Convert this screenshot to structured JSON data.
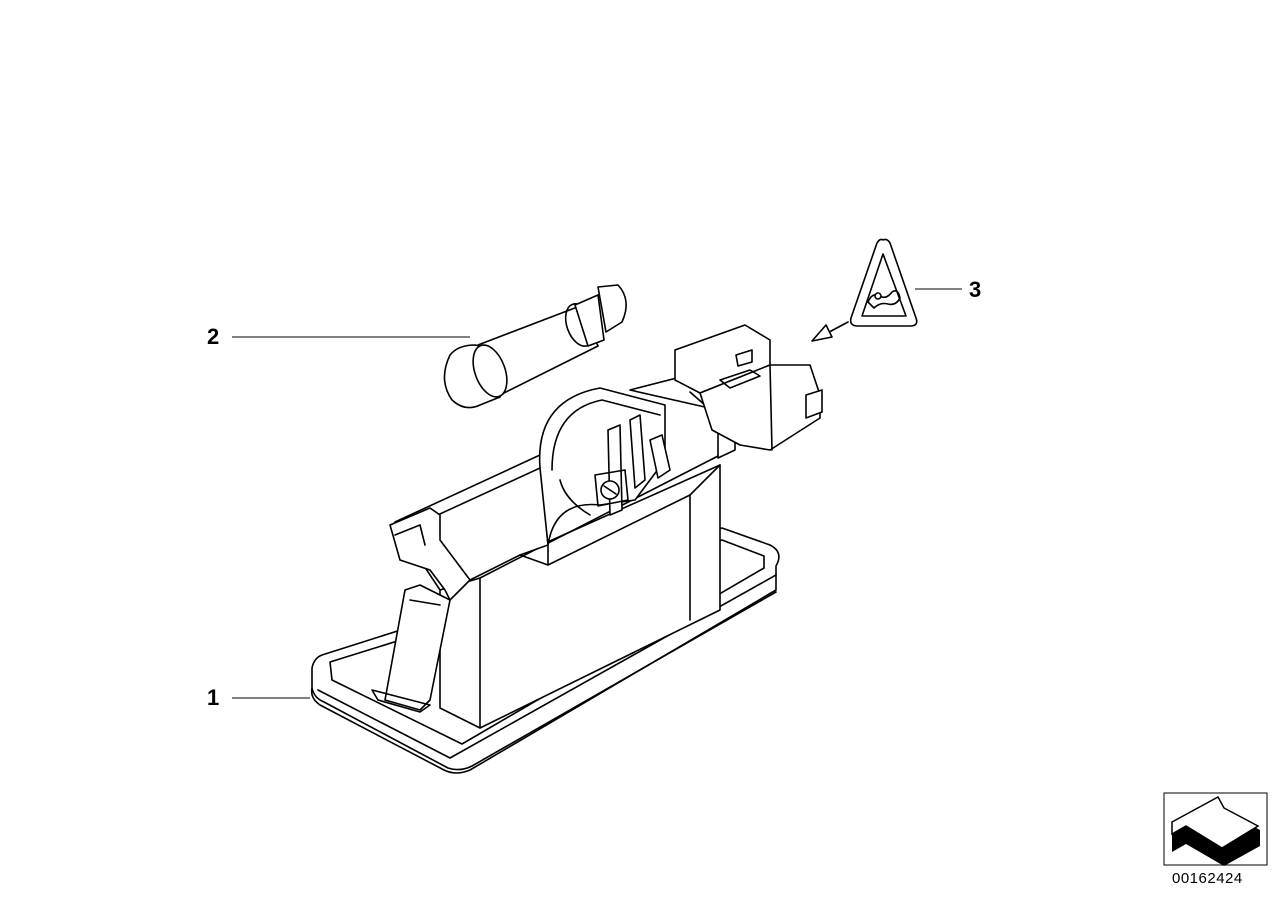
{
  "callouts": [
    {
      "number": "1",
      "part": "lamp-housing"
    },
    {
      "number": "2",
      "part": "festoon-bulb"
    },
    {
      "number": "3",
      "part": "connector-warning-symbol"
    }
  ],
  "drawing_number": "00162424",
  "icons": {
    "warning": "warning-triangle-icon",
    "orientation": "orientation-arrow-icon"
  },
  "colors": {
    "line": "#000000",
    "background": "#ffffff"
  }
}
